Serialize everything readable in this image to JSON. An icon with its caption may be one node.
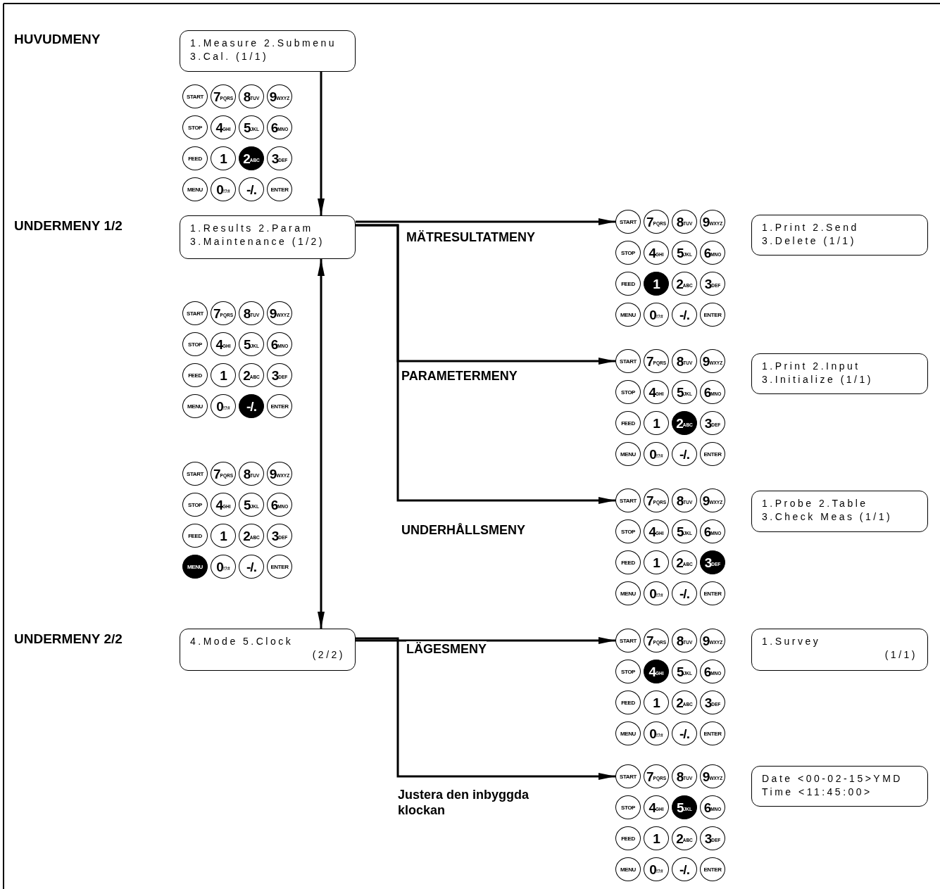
{
  "diagram": {
    "nodes": [
      {
        "text": [
          "1.Measure 2.Submenu",
          "3.Cal. (1/1)"
        ]
      },
      {
        "text": [
          "START"
        ]
      },
      {
        "text": [
          "7",
          "PQRS"
        ]
      },
      {
        "text": [
          "8",
          "TUV"
        ]
      },
      {
        "text": [
          "9",
          "WXYZ"
        ]
      },
      {
        "text": [
          "STOP"
        ]
      },
      {
        "text": [
          "4",
          "GHI"
        ]
      },
      {
        "text": [
          "5",
          "JKL"
        ]
      },
      {
        "text": [
          "6",
          "MNO"
        ]
      },
      {
        "text": [
          "FEED"
        ]
      },
      {
        "text": [
          "1"
        ]
      },
      {
        "text": [
          "2",
          "ABC"
        ]
      },
      {
        "text": [
          "3",
          "DEF"
        ]
      },
      {
        "text": [
          "MENU"
        ]
      },
      {
        "text": [
          "0",
          "!?#"
        ]
      },
      {
        "text": [
          "-/."
        ]
      },
      {
        "text": [
          "ENTER"
        ]
      },
      {
        "text": [
          "1.Results 2.Param",
          "3.Maintenance (1/2)"
        ]
      },
      {
        "text": [
          "START"
        ]
      },
      {
        "text": [
          "7",
          "PQRS"
        ]
      },
      {
        "text": [
          "8",
          "TUV"
        ]
      },
      {
        "text": [
          "9",
          "WXYZ"
        ]
      },
      {
        "text": [
          "STOP"
        ]
      },
      {
        "text": [
          "4",
          "GHI"
        ]
      },
      {
        "text": [
          "5",
          "JKL"
        ]
      },
      {
        "text": [
          "6",
          "MNO"
        ]
      },
      {
        "text": [
          "FEED"
        ]
      },
      {
        "text": [
          "1"
        ]
      },
      {
        "text": [
          "2",
          "ABC"
        ]
      },
      {
        "text": [
          "3",
          "DEF"
        ]
      },
      {
        "text": [
          "MENU"
        ]
      },
      {
        "text": [
          "0",
          "!?#"
        ]
      },
      {
        "text": [
          "-/."
        ]
      },
      {
        "text": [
          "ENTER"
        ]
      },
      {
        "text": [
          "1.Print 2.Send",
          "3.Delete (1/1)"
        ]
      },
      {
        "text": [
          "START"
        ]
      },
      {
        "text": [
          "7",
          "PQRS"
        ]
      },
      {
        "text": [
          "8",
          "TUV"
        ]
      },
      {
        "text": [
          "9",
          "WXYZ"
        ]
      },
      {
        "text": [
          "STOP"
        ]
      },
      {
        "text": [
          "4",
          "GHI"
        ]
      },
      {
        "text": [
          "5",
          "JKL"
        ]
      },
      {
        "text": [
          "6",
          "MNO"
        ]
      },
      {
        "text": [
          "FEED"
        ]
      },
      {
        "text": [
          "1"
        ]
      },
      {
        "text": [
          "2",
          "ABC"
        ]
      },
      {
        "text": [
          "3",
          "DEF"
        ]
      },
      {
        "text": [
          "MENU"
        ]
      },
      {
        "text": [
          "0",
          "!?#"
        ]
      },
      {
        "text": [
          "-/."
        ]
      },
      {
        "text": [
          "ENTER"
        ]
      },
      {
        "text": [
          "START"
        ]
      },
      {
        "text": [
          "7",
          "PQRS"
        ]
      },
      {
        "text": [
          "8",
          "TUV"
        ]
      },
      {
        "text": [
          "9",
          "WXYZ"
        ]
      },
      {
        "text": [
          "STOP"
        ]
      },
      {
        "text": [
          "4",
          "GHI"
        ]
      },
      {
        "text": [
          "5",
          "JKL"
        ]
      },
      {
        "text": [
          "6",
          "MNO"
        ]
      },
      {
        "text": [
          "FEED"
        ]
      },
      {
        "text": [
          "1"
        ]
      },
      {
        "text": [
          "2",
          "ABC"
        ]
      },
      {
        "text": [
          "3",
          "DEF"
        ]
      },
      {
        "text": [
          "MENU"
        ]
      },
      {
        "text": [
          "0",
          "!?#"
        ]
      },
      {
        "text": [
          "-/."
        ]
      },
      {
        "text": [
          "ENTER"
        ]
      },
      {
        "text": [
          "1.Print 2.Input",
          "3.Initialize (1/1)"
        ]
      },
      {
        "text": [
          "START"
        ]
      },
      {
        "text": [
          "7",
          "PQRS"
        ]
      },
      {
        "text": [
          "8",
          "TUV"
        ]
      },
      {
        "text": [
          "9",
          "WXYZ"
        ]
      },
      {
        "text": [
          "STOP"
        ]
      },
      {
        "text": [
          "4",
          "GHI"
        ]
      },
      {
        "text": [
          "5",
          "JKL"
        ]
      },
      {
        "text": [
          "6",
          "MNO"
        ]
      },
      {
        "text": [
          "FEED"
        ]
      },
      {
        "text": [
          "1"
        ]
      },
      {
        "text": [
          "2",
          "ABC"
        ]
      },
      {
        "text": [
          "3",
          "DEF"
        ]
      },
      {
        "text": [
          "MENU"
        ]
      },
      {
        "text": [
          "0",
          "!?#"
        ]
      },
      {
        "text": [
          "-/."
        ]
      },
      {
        "text": [
          "ENTER"
        ]
      },
      {
        "text": [
          "START"
        ]
      },
      {
        "text": [
          "7",
          "PQRS"
        ]
      },
      {
        "text": [
          "8",
          "TUV"
        ]
      },
      {
        "text": [
          "9",
          "WXYZ"
        ]
      },
      {
        "text": [
          "STOP"
        ]
      },
      {
        "text": [
          "4",
          "GHI"
        ]
      },
      {
        "text": [
          "5",
          "JKL"
        ]
      },
      {
        "text": [
          "6",
          "MNO"
        ]
      },
      {
        "text": [
          "FEED"
        ]
      },
      {
        "text": [
          "1"
        ]
      },
      {
        "text": [
          "2",
          "ABC"
        ]
      },
      {
        "text": [
          "3",
          "DEF"
        ]
      },
      {
        "text": [
          "MENU"
        ]
      },
      {
        "text": [
          "0",
          "!?#"
        ]
      },
      {
        "text": [
          "-/."
        ]
      },
      {
        "text": [
          "ENTER"
        ]
      },
      {
        "text": [
          "1.Probe 2.Table",
          "3.Check Meas (1/1)"
        ]
      },
      {
        "text": [
          "4.Mode 5.Clock",
          "(2/2)"
        ]
      },
      {
        "text": [
          "START"
        ]
      },
      {
        "text": [
          "7",
          "PQRS"
        ]
      },
      {
        "text": [
          "8",
          "TUV"
        ]
      },
      {
        "text": [
          "9",
          "WXYZ"
        ]
      },
      {
        "text": [
          "STOP"
        ]
      },
      {
        "text": [
          "4",
          "GHI"
        ]
      },
      {
        "text": [
          "5",
          "JKL"
        ]
      },
      {
        "text": [
          "6",
          "MNO"
        ]
      },
      {
        "text": [
          "FEED"
        ]
      },
      {
        "text": [
          "1"
        ]
      },
      {
        "text": [
          "2",
          "ABC"
        ]
      },
      {
        "text": [
          "3",
          "DEF"
        ]
      },
      {
        "text": [
          "MENU"
        ]
      },
      {
        "text": [
          "0",
          "!?#"
        ]
      },
      {
        "text": [
          "-/."
        ]
      },
      {
        "text": [
          "ENTER"
        ]
      },
      {
        "text": [
          "1.Survey",
          "(1/1)"
        ]
      },
      {
        "text": [
          "START"
        ]
      },
      {
        "text": [
          "7",
          "PQRS"
        ]
      },
      {
        "text": [
          "8",
          "TUV"
        ]
      },
      {
        "text": [
          "9",
          "WXYZ"
        ]
      },
      {
        "text": [
          "STOP"
        ]
      },
      {
        "text": [
          "4",
          "GHI"
        ]
      },
      {
        "text": [
          "5",
          "JKL"
        ]
      },
      {
        "text": [
          "6",
          "MNO"
        ]
      },
      {
        "text": [
          "FEED"
        ]
      },
      {
        "text": [
          "1"
        ]
      },
      {
        "text": [
          "2",
          "ABC"
        ]
      },
      {
        "text": [
          "3",
          "DEF"
        ]
      },
      {
        "text": [
          "MENU"
        ]
      },
      {
        "text": [
          "0",
          "!?#"
        ]
      },
      {
        "text": [
          "-/."
        ]
      },
      {
        "text": [
          "ENTER"
        ]
      },
      {
        "text": [
          "Date <00-02-15>YMD",
          "Time <11:45:00>"
        ]
      }
    ],
    "edges": [
      {
        "from": 0,
        "to": 17,
        "arrow": "to"
      },
      {
        "from": 17,
        "to": 101,
        "arrow": "both"
      },
      {
        "from": 17,
        "to": 18,
        "arrow": "to",
        "label": "MÄTRESULTATMENY"
      },
      {
        "from": 17,
        "to": 51,
        "arrow": "to",
        "label": "PARAMETERMENY"
      },
      {
        "from": 17,
        "to": 84,
        "arrow": "to",
        "label": "UNDERHÅLLSMENY"
      },
      {
        "from": 101,
        "to": 102,
        "arrow": "to",
        "label": "LÄGESMENY"
      },
      {
        "from": 101,
        "to": 119,
        "arrow": "to",
        "label": "Justera den inbyggda klockan"
      }
    ],
    "labels": [
      "HUVUDMENY",
      "UNDERMENY 1/2",
      "UNDERMENY 2/2"
    ]
  }
}
